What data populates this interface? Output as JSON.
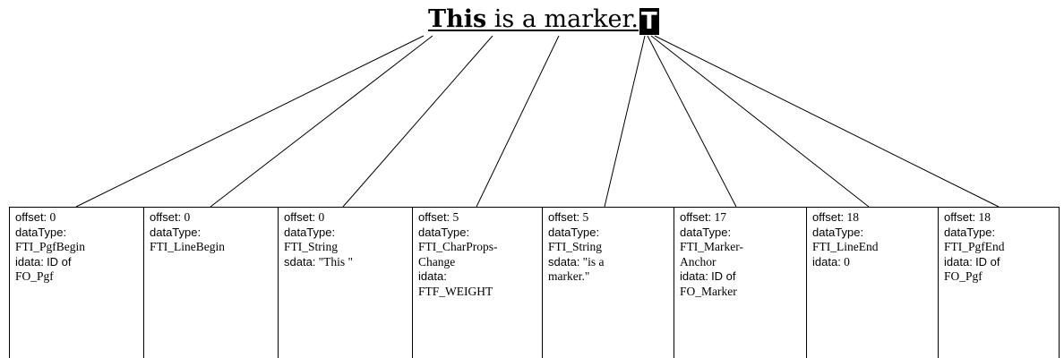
{
  "heading": {
    "word_bold": "This",
    "rest": " is a marker.",
    "marker_symbol": "T"
  },
  "boxes": [
    {
      "label_offset": "offset:",
      "offset": "0",
      "label_type": "dataType:",
      "type_lines": [
        "FTI_PgfBegin"
      ],
      "data_label": "idata:",
      "data_value": "ID of",
      "data_lines": [
        "FO_Pgf"
      ]
    },
    {
      "label_offset": "offset:",
      "offset": "0",
      "label_type": "dataType:",
      "type_lines": [
        "FTI_LineBegin"
      ],
      "data_label": "",
      "data_value": "",
      "data_lines": []
    },
    {
      "label_offset": "offset:",
      "offset": "0",
      "label_type": "dataType:",
      "type_lines": [
        "FTI_String"
      ],
      "data_label": "sdata:",
      "data_value": "\"This \"",
      "data_lines": []
    },
    {
      "label_offset": "offset:",
      "offset": "5",
      "label_type": "dataType:",
      "type_lines": [
        "FTI_CharProps-",
        "Change"
      ],
      "data_label": "idata:",
      "data_value": "",
      "data_lines": [
        "FTF_WEIGHT"
      ]
    },
    {
      "label_offset": "offset:",
      "offset": "5",
      "label_type": "dataType:",
      "type_lines": [
        "FTI_String"
      ],
      "data_label": "sdata:",
      "data_value": "\"is a",
      "data_lines": [
        "marker.\""
      ]
    },
    {
      "label_offset": "offset:",
      "offset": "17",
      "label_type": "dataType:",
      "type_lines": [
        "FTI_Marker-",
        "Anchor"
      ],
      "data_label": "idata:",
      "data_value": "ID of",
      "data_lines": [
        "FO_Marker"
      ]
    },
    {
      "label_offset": "offset:",
      "offset": "18",
      "label_type": "dataType:",
      "type_lines": [
        "FTI_LineEnd"
      ],
      "data_label": "idata:",
      "data_value": "0",
      "data_lines": []
    },
    {
      "label_offset": "offset:",
      "offset": "18",
      "label_type": "dataType:",
      "type_lines": [
        "FTI_PgfEnd"
      ],
      "data_label": "idata:",
      "data_value": "ID of",
      "data_lines": [
        "FO_Pgf"
      ]
    }
  ]
}
